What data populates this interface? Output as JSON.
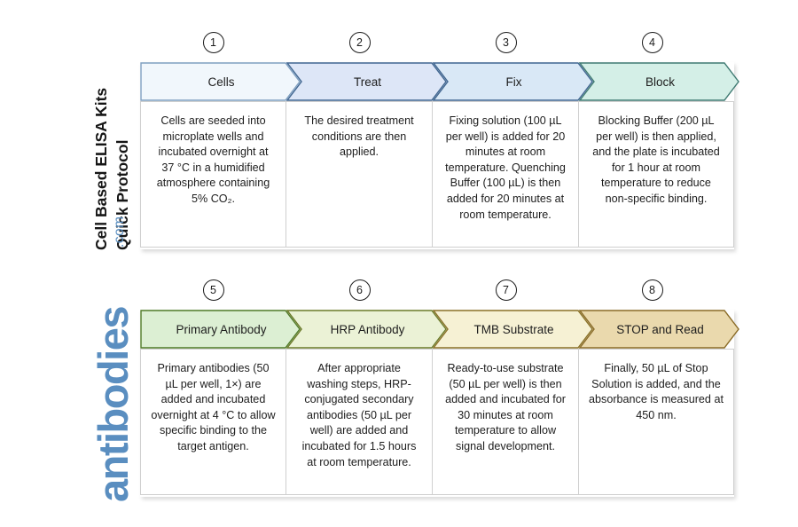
{
  "title": {
    "line1": "Cell Based ELISA Kits",
    "line2": "Quick Protocol"
  },
  "brand": {
    "name": "antibodies",
    "tld": ".com",
    "color": "#5a8ec0"
  },
  "flow": {
    "rows": [
      {
        "id": "row-1",
        "steps": [
          {
            "number": "1",
            "label": "Cells",
            "fill": "#f1f7fc",
            "stroke": "#7f9fc0",
            "body": "Cells are seeded into microplate wells and incubated overnight at 37 °C in a humidified atmosphere containing 5% CO₂."
          },
          {
            "number": "2",
            "label": "Treat",
            "fill": "#dde6f7",
            "stroke": "#3f6590",
            "body": "The desired treatment conditions are then applied."
          },
          {
            "number": "3",
            "label": "Fix",
            "fill": "#d9e8f6",
            "stroke": "#3f6590",
            "body": "Fixing solution (100 µL per well) is added for 20 minutes at room temperature. Quenching Buffer (100 µL) is then added for 20 minutes at room temperature."
          },
          {
            "number": "4",
            "label": "Block",
            "fill": "#d4efe7",
            "stroke": "#3f7a72",
            "body": "Blocking Buffer (200 µL per well) is then applied, and the plate is incubated for 1 hour at room temperature to reduce non-specific binding."
          }
        ]
      },
      {
        "id": "row-2",
        "steps": [
          {
            "number": "5",
            "label": "Primary Antibody",
            "fill": "#dcefd3",
            "stroke": "#4f7a27",
            "body": "Primary antibodies (50 µL per well, 1×) are added and incubated overnight at 4 °C to allow specific binding to the target antigen."
          },
          {
            "number": "6",
            "label": "HRP Antibody",
            "fill": "#ebf2d6",
            "stroke": "#6b7a28",
            "body": "After appropriate washing steps, HRP-conjugated secondary antibodies (50 µL per well) are added and incubated for 1.5 hours at room temperature."
          },
          {
            "number": "7",
            "label": "TMB Substrate",
            "fill": "#f6f1d4",
            "stroke": "#8a7126",
            "body": "Ready-to-use substrate (50 µL per well) is then added and incubated for 30 minutes at room temperature to allow signal development."
          },
          {
            "number": "8",
            "label": "STOP and Read",
            "fill": "#ead9ad",
            "stroke": "#8a6b26",
            "body": "Finally, 50 µL of Stop Solution is added, and the absorbance is measured at 450 nm."
          }
        ]
      }
    ]
  }
}
